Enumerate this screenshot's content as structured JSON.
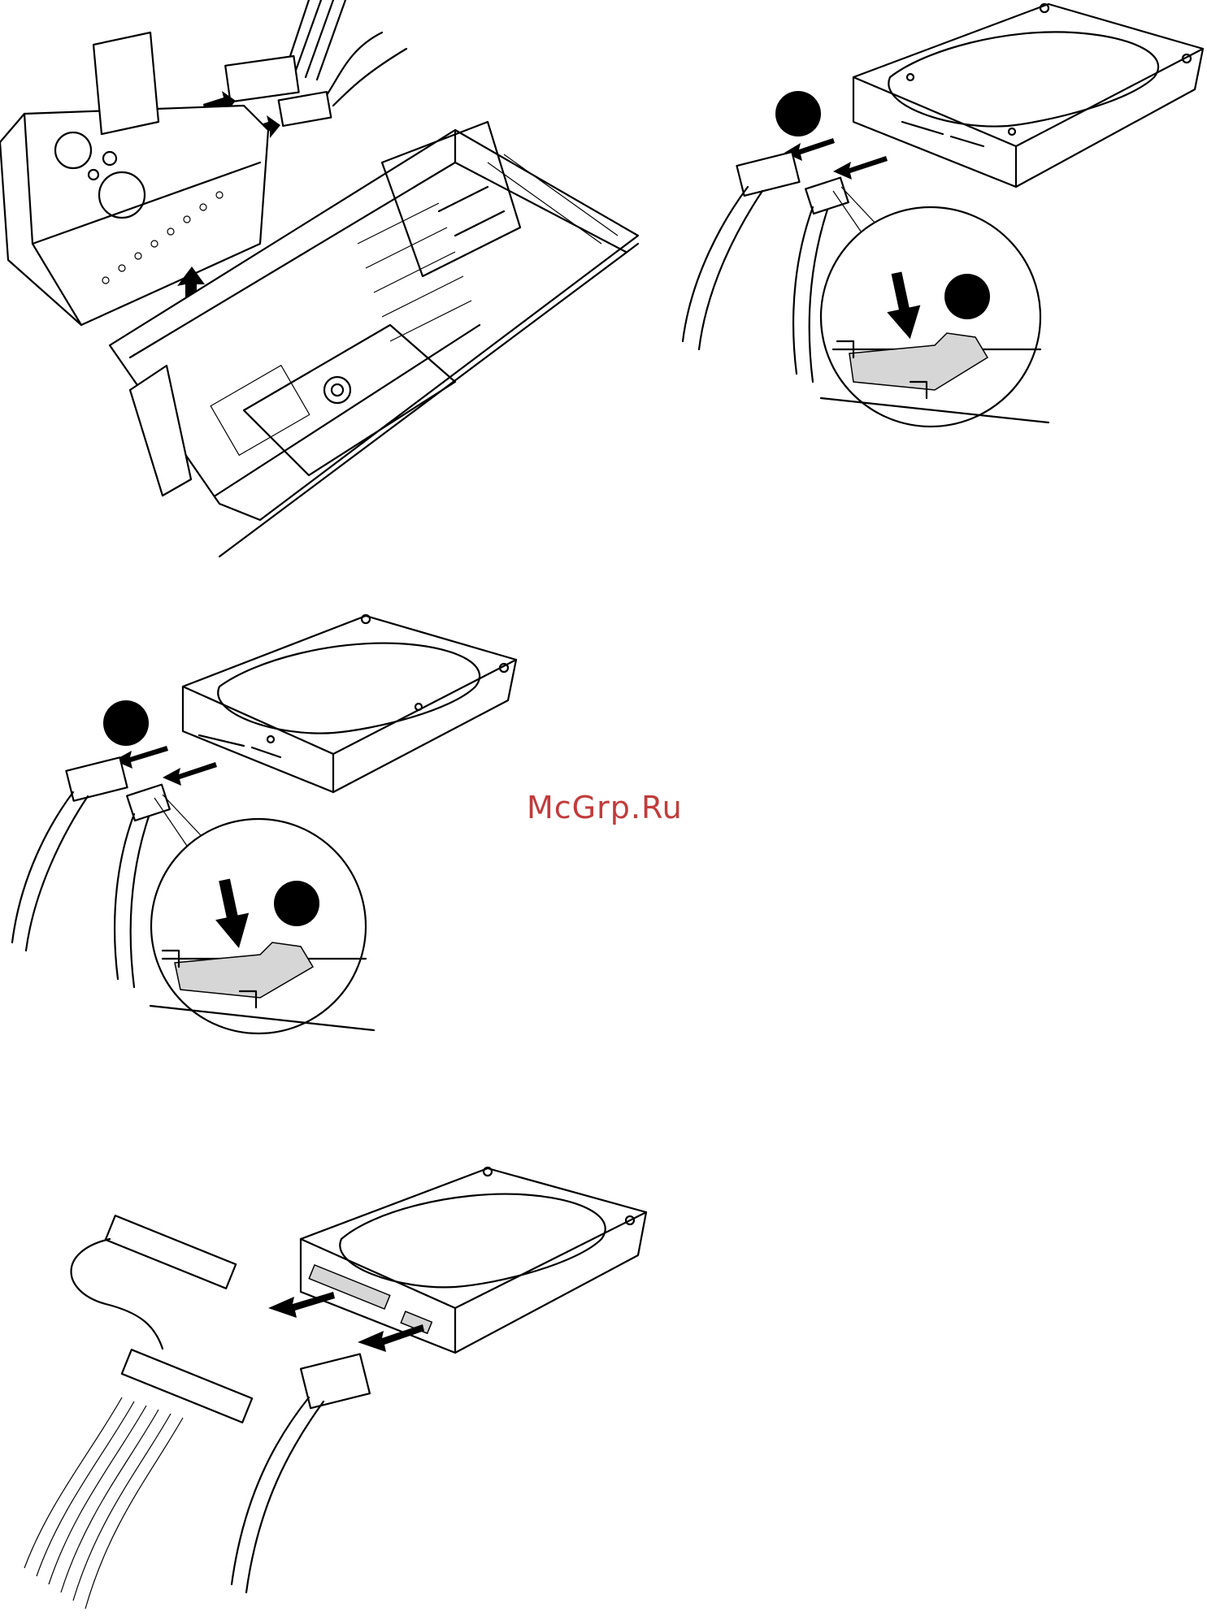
{
  "watermark": {
    "text": "McGrp.Ru",
    "color": "#c23b3b"
  },
  "panels": [
    {
      "id": "remove-drive-cage-from-case",
      "step_marker": "",
      "icons": [
        "drive-cage-icon",
        "computer-case-icon",
        "up-arrow-icon",
        "right-arrow-icon"
      ]
    },
    {
      "id": "disconnect-sata-cables-a",
      "step_markers": [
        "filled-circle",
        "filled-circle"
      ],
      "icons": [
        "hard-drive-icon",
        "sata-power-connector-icon",
        "sata-data-connector-icon",
        "release-latch-detail-icon"
      ]
    },
    {
      "id": "disconnect-sata-cables-b",
      "step_markers": [
        "filled-circle",
        "filled-circle"
      ],
      "icons": [
        "hard-drive-icon",
        "sata-power-connector-icon",
        "sata-data-connector-icon",
        "release-latch-detail-icon"
      ]
    },
    {
      "id": "disconnect-ide-cables",
      "icons": [
        "hard-drive-icon",
        "ide-ribbon-cable-icon",
        "molex-power-connector-icon"
      ]
    }
  ]
}
